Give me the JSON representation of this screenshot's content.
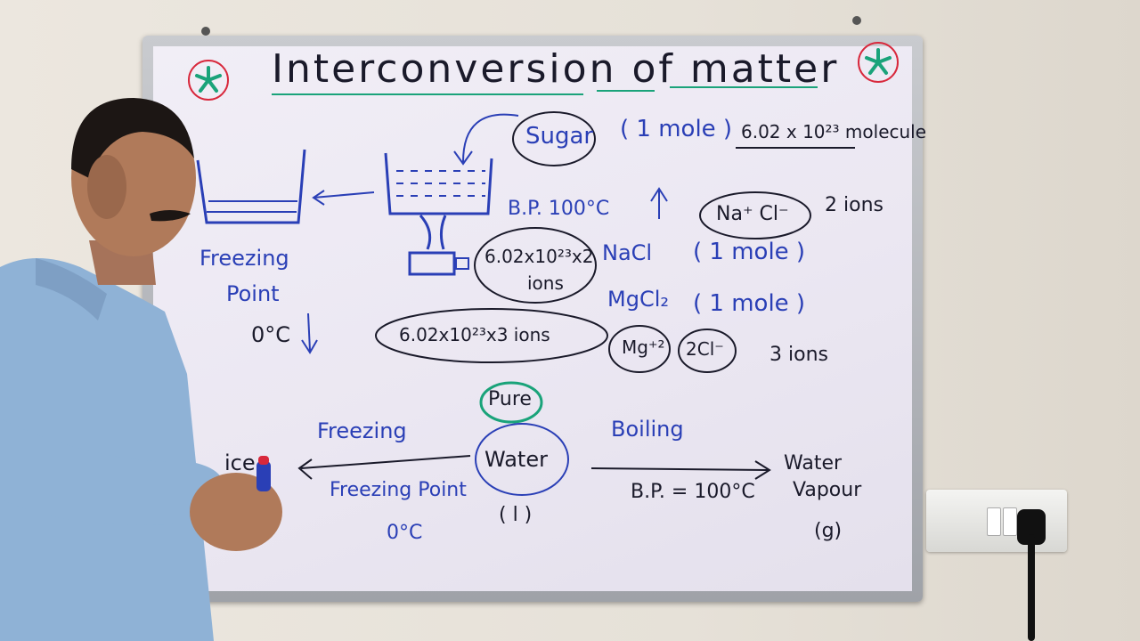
{
  "board": {
    "title": "Interconversion of matter",
    "sugar": "Sugar",
    "one_mole_sugar": "( 1 mole )",
    "avogadro_molecules": "6.02 x 10²³ molecule",
    "bp_label": "B.P.  100°C",
    "nacl_ions": "Na⁺  Cl⁻",
    "two_ions": "2 ions",
    "nacl": "NaCl",
    "one_mole_nacl": "( 1 mole )",
    "nacl_count_line1": "6.02x10²³x2",
    "nacl_count_line2": "ions",
    "mgcl2": "MgCl₂",
    "one_mole_mgcl2": "( 1 mole )",
    "mgcl2_count": "6.02x10²³x3  ions",
    "mg_ion": "Mg⁺²",
    "cl_ions": "2Cl⁻",
    "three_ions": "3 ions",
    "freezing_point_label_1": "Freezing",
    "freezing_point_label_2": "Point",
    "freezing_point_value": "0°C",
    "pure": "Pure",
    "water": "Water",
    "liquid_state": "( l )",
    "freezing": "Freezing",
    "freezing_point": "Freezing Point",
    "freezing_point_temp": "0°C",
    "ice_partial": "ice",
    "boiling": "Boiling",
    "bp_equation": "B.P. = 100°C",
    "water_vapour_1": "Water",
    "water_vapour_2": "Vapour",
    "gas_state": "(g)"
  },
  "colors": {
    "marker_blue": "#2a3fb6",
    "marker_black": "#1a1a2a",
    "marker_green": "#1aa37a",
    "marker_red": "#d8283c",
    "shirt": "#8fb2d6"
  },
  "icons": [
    "molecule-logo-icon",
    "molecule-logo-icon"
  ]
}
